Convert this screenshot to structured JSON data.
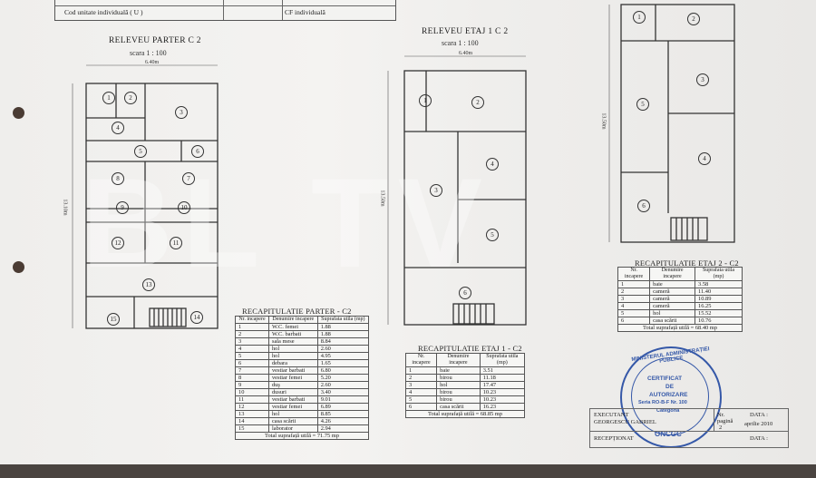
{
  "header": {
    "row1_left": "Cod unitate individuală ( U )",
    "row1_right": "CF individuală"
  },
  "plans": {
    "parter": {
      "title": "RELEVEU PARTER  C 2",
      "scale": "scara 1 : 100",
      "width": "6.40m",
      "height": "13.10m"
    },
    "etaj1": {
      "title": "RELEVEU ETAJ 1  C 2",
      "scale": "scara 1 : 100",
      "width": "6.40m",
      "height": "13.50m"
    },
    "etaj2": {
      "height": "13.50m"
    }
  },
  "tables": {
    "parter": {
      "title": "RECAPITULATIE PARTER - C2",
      "headers": [
        "Nr. incapere",
        "Denumire incapere",
        "Suprafata utila (mp)"
      ],
      "rows": [
        [
          "1",
          "W.C. femei",
          "1.88"
        ],
        [
          "2",
          "W.C. barbati",
          "1.88"
        ],
        [
          "3",
          "sala mese",
          "8.84"
        ],
        [
          "4",
          "hol",
          "2.60"
        ],
        [
          "5",
          "hol",
          "4.95"
        ],
        [
          "6",
          "debara",
          "1.65"
        ],
        [
          "7",
          "vestiar barbati",
          "6.80"
        ],
        [
          "8",
          "vestiar femei",
          "5.20"
        ],
        [
          "9",
          "duş",
          "2.60"
        ],
        [
          "10",
          "dusuri",
          "3.40"
        ],
        [
          "11",
          "vestiar barbati",
          "9.01"
        ],
        [
          "12",
          "vestiar femei",
          "6.89"
        ],
        [
          "13",
          "hol",
          "8.85"
        ],
        [
          "14",
          "casa scării",
          "4.26"
        ],
        [
          "15",
          "laborator",
          "2.94"
        ]
      ],
      "total": "Total suprafață utilă = 71.75 mp"
    },
    "etaj1": {
      "title": "RECAPITULATIE ETAJ 1 - C2",
      "headers": [
        "Nr. incapere",
        "Denumire incapere",
        "Suprafata utila (mp)"
      ],
      "rows": [
        [
          "1",
          "baie",
          "3.51"
        ],
        [
          "2",
          "birou",
          "11.18"
        ],
        [
          "3",
          "hol",
          "17.47"
        ],
        [
          "4",
          "birou",
          "10.23"
        ],
        [
          "5",
          "birou",
          "10.23"
        ],
        [
          "6",
          "casa scării",
          "16.23"
        ]
      ],
      "total": "Total suprafață utilă = 68.85 mp"
    },
    "etaj2": {
      "title": "RECAPITULATIE ETAJ 2 - C2",
      "headers": [
        "Nr. incapere",
        "Denumire incapere",
        "Suprafata utila (mp)"
      ],
      "rows": [
        [
          "1",
          "baie",
          "3.58"
        ],
        [
          "2",
          "cameră",
          "11.40"
        ],
        [
          "3",
          "cameră",
          "10.89"
        ],
        [
          "4",
          "cameră",
          "16.25"
        ],
        [
          "5",
          "hol",
          "15.52"
        ],
        [
          "6",
          "casa scării",
          "10.76"
        ]
      ],
      "total": "Total suprafață utilă = 68.40 mp"
    }
  },
  "stamp": {
    "top": "MINISTERUL ADMINISTRAȚIEI PUBLICE",
    "mid1": "CERTIFICAT",
    "mid2": "DE",
    "mid3": "AUTORIZARE",
    "mid4": "Seria RO-B-F Nr. 100",
    "mid5": "Categoria",
    "bottom": "ONCGC"
  },
  "footer": {
    "executant_label": "EXECUTANT",
    "executant_name": "GEORGESCU GABRIEL",
    "nr_label": "Nr.",
    "pagina_label": "pagină",
    "pagina_value": "2",
    "data_label": "DATA :",
    "data_value": "aprilie 2010",
    "receptionat_label": "RECEPȚIONAT",
    "data2_label": "DATA :"
  }
}
